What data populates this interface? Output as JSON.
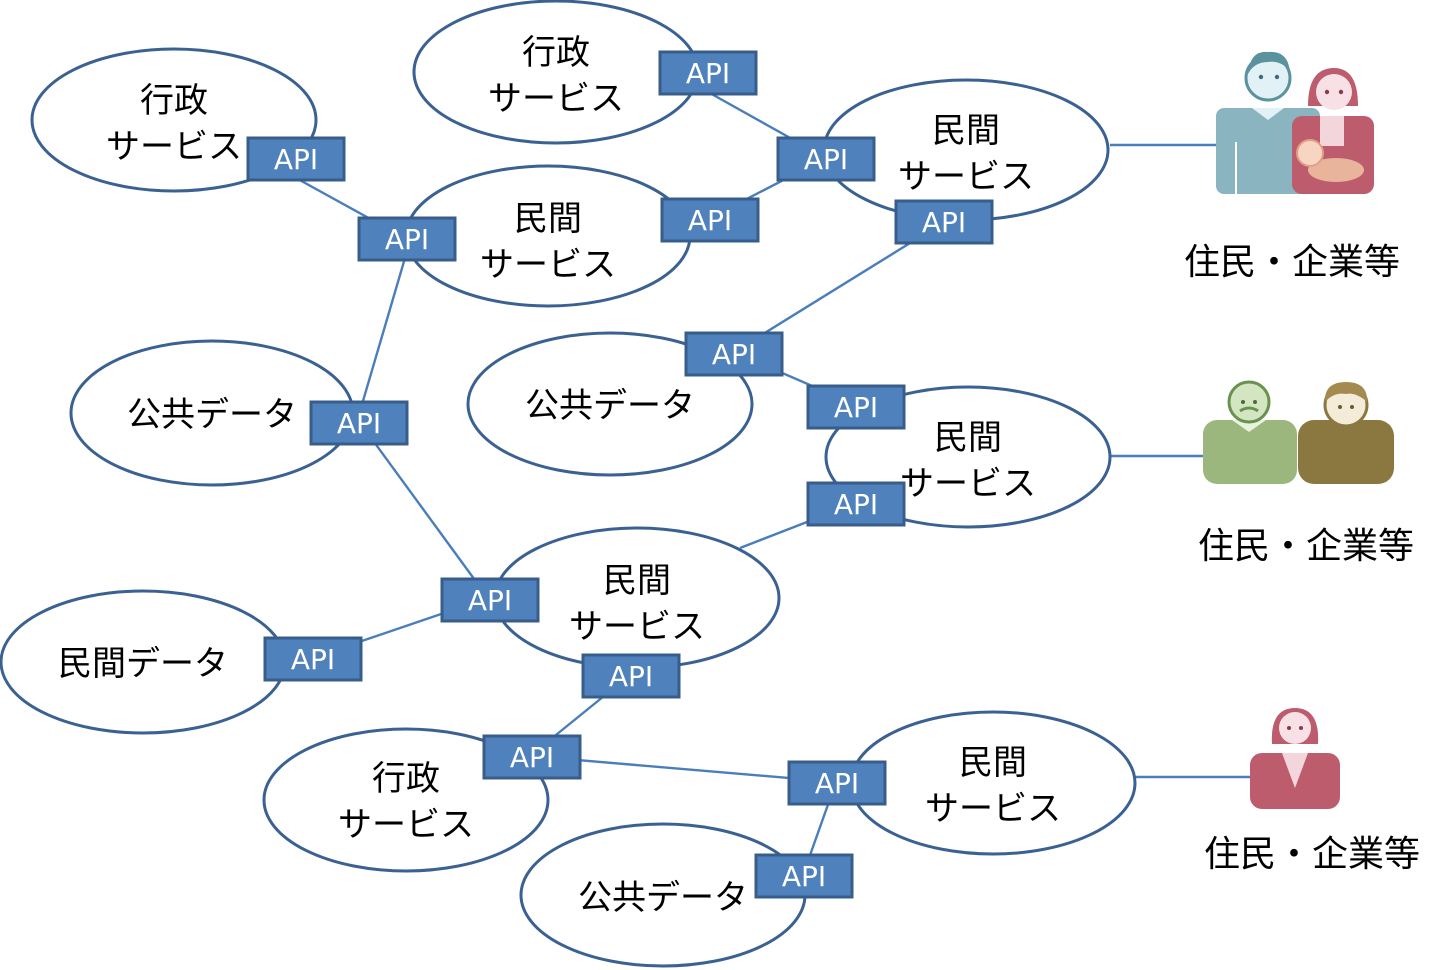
{
  "diagram": {
    "api_label": "API",
    "nodes": [
      {
        "id": "gov1",
        "lines": [
          "行政",
          "サービス"
        ]
      },
      {
        "id": "gov2",
        "lines": [
          "行政",
          "サービス"
        ]
      },
      {
        "id": "priv1",
        "lines": [
          "民間",
          "サービス"
        ]
      },
      {
        "id": "priv2",
        "lines": [
          "民間",
          "サービス"
        ]
      },
      {
        "id": "pub1",
        "lines": [
          "公共データ"
        ]
      },
      {
        "id": "pub2",
        "lines": [
          "公共データ"
        ]
      },
      {
        "id": "priv3",
        "lines": [
          "民間",
          "サービス"
        ]
      },
      {
        "id": "priv4",
        "lines": [
          "民間",
          "サービス"
        ]
      },
      {
        "id": "pdata",
        "lines": [
          "民間データ"
        ]
      },
      {
        "id": "gov3",
        "lines": [
          "行政",
          "サービス"
        ]
      },
      {
        "id": "priv5",
        "lines": [
          "民間",
          "サービス"
        ]
      },
      {
        "id": "pub3",
        "lines": [
          "公共データ"
        ]
      }
    ],
    "users": [
      {
        "label": "住民・企業等",
        "icon": "family-icon",
        "colors": {
          "man": "#8ab4c0",
          "woman": "#bc5c6c",
          "baby": "#e8b49c"
        }
      },
      {
        "label": "住民・企業等",
        "icon": "elderly-couple-icon",
        "colors": {
          "man": "#9bb77d",
          "woman": "#8b7841"
        }
      },
      {
        "label": "住民・企業等",
        "icon": "businesswoman-icon",
        "colors": {
          "woman": "#bc5c6c"
        }
      }
    ],
    "colors": {
      "api_fill": "#4f81bd",
      "api_border": "#385d8a",
      "ellipse_stroke": "#3a6192",
      "link": "#4a7ebb"
    }
  }
}
